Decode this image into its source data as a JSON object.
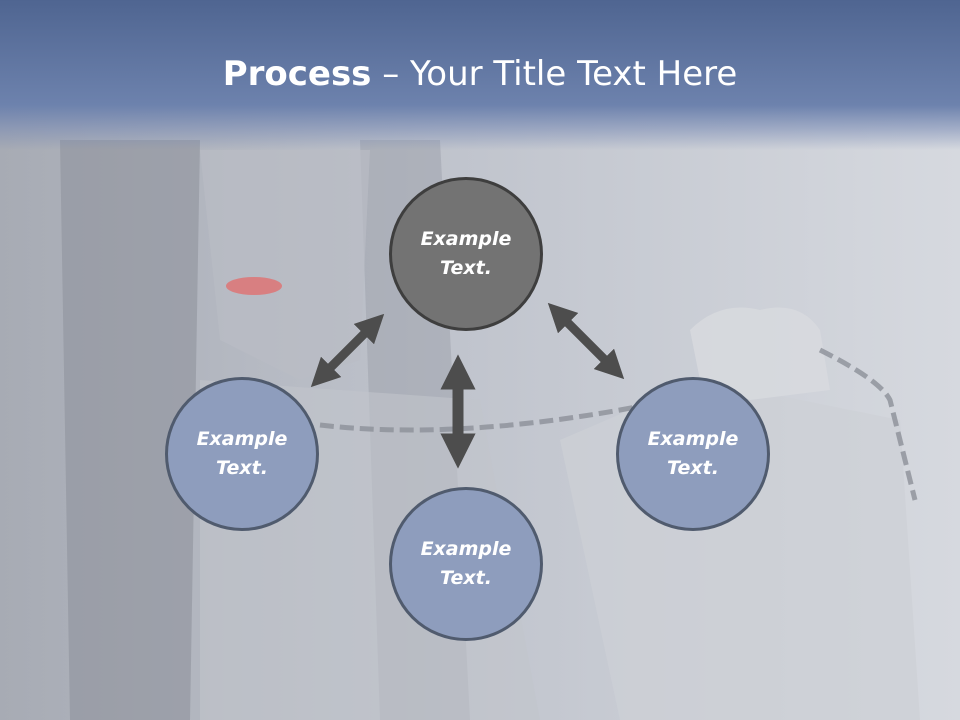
{
  "slide": {
    "title_bold": "Process",
    "title_rest": " – Your Title Text Here"
  },
  "nodes": [
    {
      "line1": "Example",
      "line2": "Text."
    },
    {
      "line1": "Example",
      "line2": "Text."
    },
    {
      "line1": "Example",
      "line2": "Text."
    },
    {
      "line1": "Example",
      "line2": "Text."
    }
  ],
  "colors": {
    "header": "#5a6f9c",
    "center_node": "#737373",
    "outer_node": "#8e9dbd",
    "arrow": "#4d4d4d",
    "title_text": "#ffffff"
  }
}
